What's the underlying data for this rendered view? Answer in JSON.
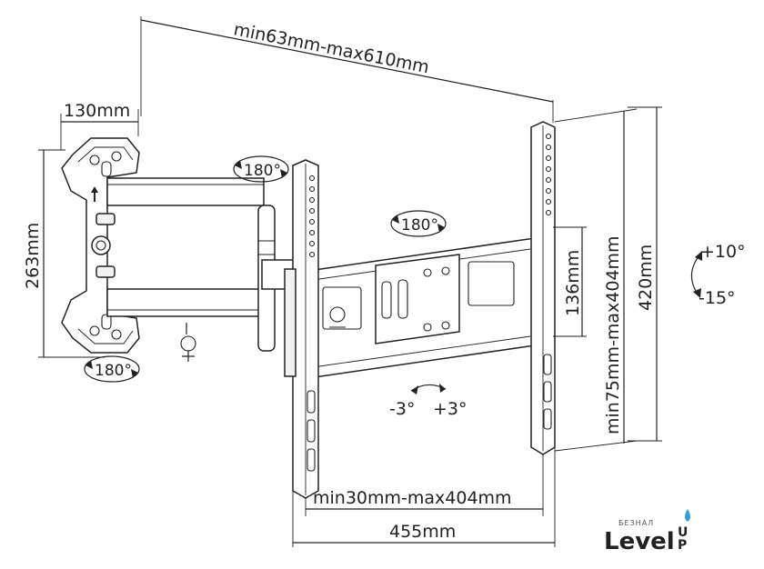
{
  "dimensions": {
    "top_span": "min63mm-max610mm",
    "wall_plate_width": "130mm",
    "wall_plate_height": "263mm",
    "plate_vertical_span": "min75mm-max404mm",
    "plate_height": "420mm",
    "inner_height": "136mm",
    "horizontal_span": "min30mm-max404mm",
    "total_width": "455mm"
  },
  "rotations": {
    "arm_top": "180°",
    "center": "180°",
    "bottom_left": "180°"
  },
  "tilt": {
    "up": "+10°",
    "down": "-15°"
  },
  "swivel": {
    "left": "-3°",
    "right": "+3°"
  },
  "logo": {
    "brand_small": "БЕЗНАЛ",
    "brand_level": "Level",
    "brand_u": "U",
    "brand_p": "P"
  },
  "colors": {
    "line": "#222222",
    "accent": "#2f9fd8"
  }
}
